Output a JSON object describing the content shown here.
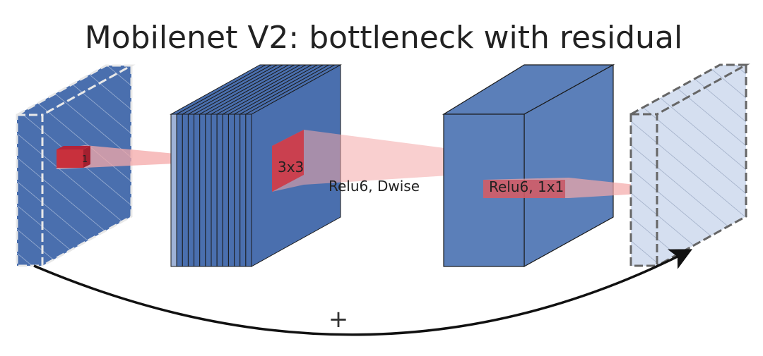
{
  "title": "Mobilenet V2: bottleneck with residual",
  "labels": {
    "kernel_1": "1",
    "kernel_3x3": "3x3",
    "dwise": "Relu6, Dwise",
    "pointwise": "Relu6, 1x1",
    "residual_plus": "+"
  },
  "colors": {
    "block": "#4a6fae",
    "block_light": "#5b7fb9",
    "output_block": "#d5dff0",
    "receptive_field": "#f4a8a8",
    "kernel": "#c8303c",
    "arrow": "#111111"
  },
  "stack": {
    "slices": 14
  }
}
